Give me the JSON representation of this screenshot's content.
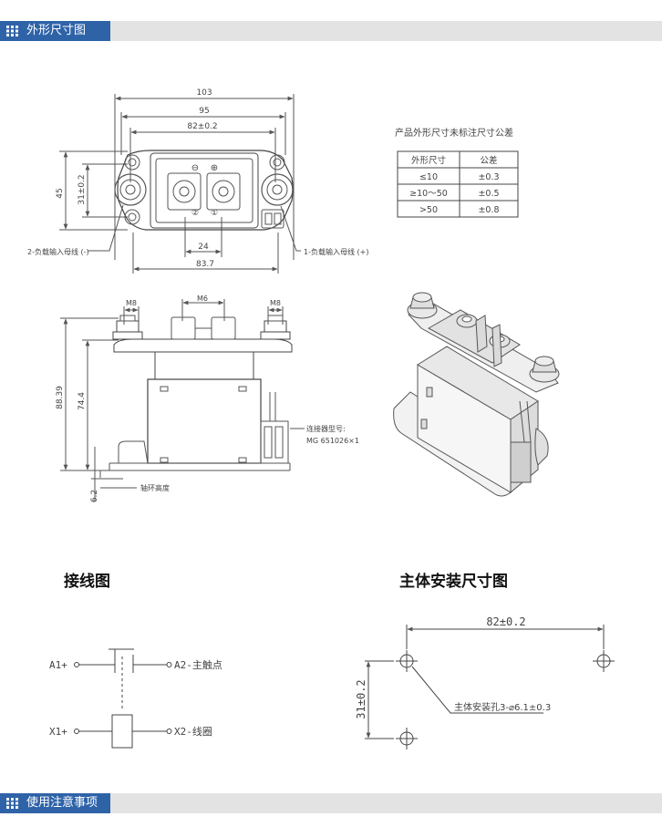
{
  "sections": {
    "top_title": "外形尺寸图",
    "bottom_title": "使用注意事项"
  },
  "outline": {
    "dim_103": "103",
    "dim_95": "95",
    "dim_82": "82±0.2",
    "dim_45": "45",
    "dim_31": "31±0.2",
    "dim_24": "24",
    "dim_83_7": "83.7",
    "neg_busbar": "2-负载输入母线 (-)",
    "pos_busbar": "1-负载输入母线 (+)",
    "minus_symbol": "⊖",
    "plus_symbol": "⊕",
    "num_2": "②",
    "num_1": "①"
  },
  "tolerance": {
    "note": "产品外形尺寸未标注尺寸公差",
    "headers": [
      "外形尺寸",
      "公差"
    ],
    "rows": [
      [
        "≤10",
        "±0.3"
      ],
      [
        "≥10〜50",
        "±0.5"
      ],
      [
        ">50",
        "±0.8"
      ]
    ]
  },
  "side": {
    "m8_left": "M8",
    "m6": "M6",
    "m8_right": "M8",
    "dim_88_39": "88.39",
    "dim_74_4": "74.4",
    "dim_6_2": "6.2",
    "connector_label": "连接器型号:",
    "connector_model": "MG 651026×1",
    "collar_label": "轴环高度"
  },
  "wiring": {
    "heading": "接线图",
    "a1": "A1+",
    "a2": "A2-主触点",
    "x1": "X1+",
    "x2": "X2-线圈"
  },
  "mounting": {
    "heading": "主体安装尺寸图",
    "dim_82": "82±0.2",
    "dim_31": "31±0.2",
    "hole_label": "主体安装孔3-⌀6.1±0.3"
  }
}
